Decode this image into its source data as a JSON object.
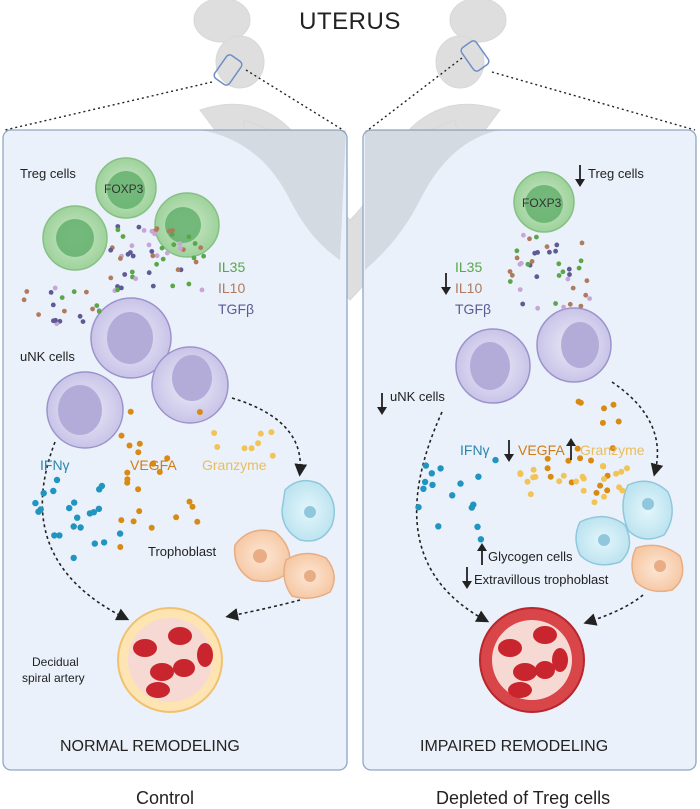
{
  "title": "UTERUS",
  "left_panel": {
    "heading": "NORMAL REMODELING",
    "caption": "Control",
    "labels": {
      "treg": "Treg  cells",
      "foxp3": "FOXP3",
      "il35": "IL35",
      "il10": "IL10",
      "tgfb": "TGFβ",
      "unk": "uNK cells",
      "ifng": "IFNγ",
      "vegfa": "VEGFA",
      "granzyme": "Granzyme",
      "trophoblast": "Trophoblast",
      "artery_line1": "Decidual",
      "artery_line2": "spiral artery"
    }
  },
  "right_panel": {
    "heading": "IMPAIRED REMODELING",
    "caption": "Depleted of Treg cells",
    "labels": {
      "treg": "Treg  cells",
      "foxp3": "FOXP3",
      "il35": "IL35",
      "il10": "IL10",
      "tgfb": "TGFβ",
      "unk": "uNK cells",
      "ifng": "IFNγ",
      "vegfa": "VEGFA",
      "granzyme": "Granzyme",
      "glycogen": "Glycogen cells",
      "evt": "Extravillous trophoblast"
    }
  },
  "colors": {
    "panel_fill": "#eaf1fa",
    "panel_border": "#8fa6c6",
    "treg_green": "#5fae69",
    "unk_purple": "#b3acd8",
    "ifng_blue": "#1f95bf",
    "vegfa_orange": "#d88a13",
    "granzyme_yellow": "#f2c455",
    "il35_green": "#5aa64a",
    "il10_brown": "#b07a5e",
    "tgfb_purple": "#5e5a93"
  }
}
